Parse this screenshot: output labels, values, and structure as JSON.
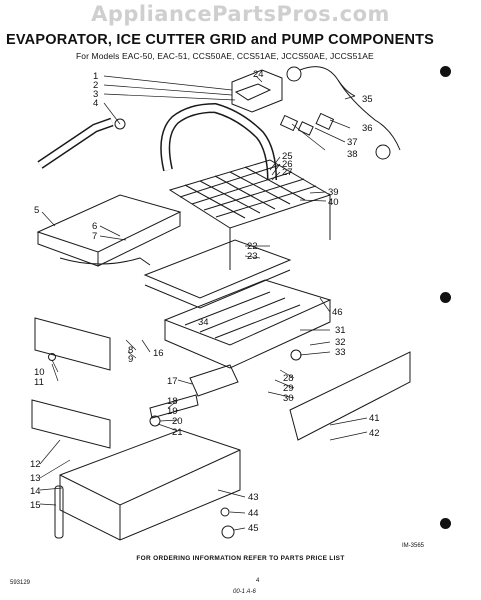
{
  "watermark": "AppliancePartsPros.com",
  "title": "EVAPORATOR, ICE CUTTER GRID and PUMP COMPONENTS",
  "subtitle": "For Models EAC-50, EAC-51, CCS50AE, CCS51AE, JCCS50AE, JCCS51AE",
  "labels": {
    "l1": "1",
    "l2": "2",
    "l3": "3",
    "l4": "4",
    "l5": "5",
    "l6": "6",
    "l7": "7",
    "l8": "8",
    "l9": "9",
    "l10": "10",
    "l11": "11",
    "l12": "12",
    "l13": "13",
    "l14": "14",
    "l15": "15",
    "l16": "16",
    "l17": "17",
    "l18": "18",
    "l19": "19",
    "l20": "20",
    "l21": "21",
    "l22": "22",
    "l23": "23",
    "l24": "24",
    "l25": "25",
    "l26": "26",
    "l27": "27",
    "l28": "28",
    "l29": "29",
    "l30": "30",
    "l31": "31",
    "l32": "32",
    "l33": "33",
    "l34": "34",
    "l35": "35",
    "l36": "36",
    "l37": "37",
    "l38": "38",
    "l39": "39",
    "l40": "40",
    "l41": "41",
    "l42": "42",
    "l43": "43",
    "l44": "44",
    "l45": "45",
    "l46": "46"
  },
  "footer": "FOR ORDERING INFORMATION REFER TO PARTS PRICE LIST",
  "drawing_code": "IM-3565",
  "page_code": "593129",
  "page_number": "4",
  "handwritten": "00-1 A-6"
}
